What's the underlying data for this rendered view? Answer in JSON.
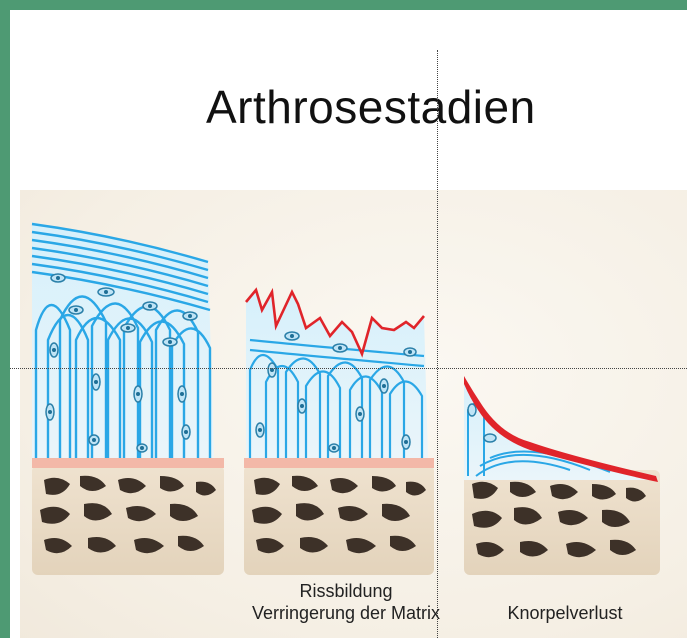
{
  "slide": {
    "title": "Arthrosestadien",
    "stages": [
      {
        "name": "healthy",
        "caption_line1": "",
        "caption_line2": ""
      },
      {
        "name": "stage-2",
        "caption_line1": "Rissbildung",
        "caption_line2": "Verringerung der Matrix"
      },
      {
        "name": "stage-3",
        "caption_line1": "",
        "caption_line2": "Knorpelverlust"
      }
    ]
  },
  "colors": {
    "frame": "#4e9a73",
    "cartilage_fiber": "#2aa7e6",
    "cartilage_fill": "#bfe4f6",
    "cell": "#2a7fa8",
    "damage_edge": "#e0242a",
    "bone": "#e7d8c2",
    "bone_pore": "#3a3028",
    "interface": "#f3b8a8"
  }
}
